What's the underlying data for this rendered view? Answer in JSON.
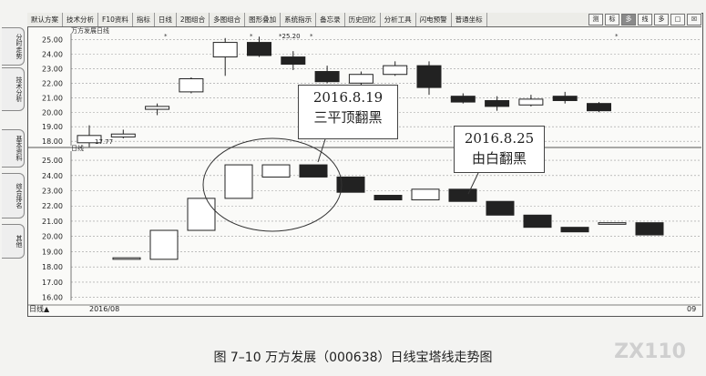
{
  "toolbar": {
    "items": [
      "默认方案",
      "技术分析",
      "F10资料",
      "指标",
      "日线",
      "2图组合",
      "多图组合",
      "图形叠加",
      "系统指示",
      "备忘录",
      "历史回忆",
      "分析工具",
      "闪电预警",
      "普通坐标"
    ],
    "right_buttons": [
      "测",
      "标",
      "多",
      "线",
      "多",
      "□",
      "☒"
    ]
  },
  "left_tabs": [
    "分时走势",
    "技术分析",
    "基本资料",
    "综合排名",
    "其他"
  ],
  "chart_data": [
    {
      "type": "candlestick",
      "title": "万方发展日线",
      "yticks": [
        18.0,
        19.0,
        20.0,
        21.0,
        22.0,
        23.0,
        24.0,
        25.0
      ],
      "ylim": [
        17.7,
        25.4
      ],
      "series": [
        {
          "name": "k",
          "values": [
            {
              "o": 17.9,
              "c": 18.4,
              "h": 19.1,
              "l": 17.6,
              "color": "up"
            },
            {
              "o": 18.3,
              "c": 18.5,
              "h": 18.8,
              "l": 18.2,
              "color": "up"
            },
            {
              "o": 20.2,
              "c": 20.4,
              "h": 20.6,
              "l": 19.8,
              "color": "up"
            },
            {
              "o": 21.4,
              "c": 22.3,
              "h": 22.4,
              "l": 21.3,
              "color": "up"
            },
            {
              "o": 23.8,
              "c": 24.8,
              "h": 25.1,
              "l": 22.5,
              "color": "up"
            },
            {
              "o": 24.8,
              "c": 23.9,
              "h": 25.2,
              "l": 23.8,
              "color": "down"
            },
            {
              "o": 23.8,
              "c": 23.3,
              "h": 24.2,
              "l": 22.9,
              "color": "down"
            },
            {
              "o": 22.8,
              "c": 22.1,
              "h": 23.2,
              "l": 22.0,
              "color": "down"
            },
            {
              "o": 22.0,
              "c": 22.6,
              "h": 22.8,
              "l": 21.8,
              "color": "up"
            },
            {
              "o": 22.6,
              "c": 23.2,
              "h": 23.5,
              "l": 22.5,
              "color": "up"
            },
            {
              "o": 23.2,
              "c": 21.7,
              "h": 23.5,
              "l": 21.2,
              "color": "down"
            },
            {
              "o": 21.1,
              "c": 20.7,
              "h": 21.3,
              "l": 20.6,
              "color": "down"
            },
            {
              "o": 20.8,
              "c": 20.4,
              "h": 21.1,
              "l": 20.1,
              "color": "down"
            },
            {
              "o": 20.5,
              "c": 20.9,
              "h": 21.2,
              "l": 20.4,
              "color": "up"
            },
            {
              "o": 21.1,
              "c": 20.8,
              "h": 21.4,
              "l": 20.6,
              "color": "down"
            },
            {
              "o": 20.6,
              "c": 20.1,
              "h": 20.7,
              "l": 20.0,
              "color": "down"
            }
          ]
        }
      ],
      "annotations": [
        "*25.20",
        "17.77"
      ]
    },
    {
      "type": "bar",
      "title": "日线",
      "yticks": [
        16.0,
        17.0,
        18.0,
        19.0,
        20.0,
        21.0,
        22.0,
        23.0,
        24.0,
        25.0
      ],
      "ylim": [
        15.8,
        25.6
      ],
      "series": [
        {
          "name": "k",
          "values": [
            {
              "o": 18.5,
              "c": 18.6,
              "color": "up"
            },
            {
              "o": 18.5,
              "c": 20.4,
              "color": "up"
            },
            {
              "o": 20.4,
              "c": 22.5,
              "color": "up"
            },
            {
              "o": 22.5,
              "c": 24.7,
              "color": "up"
            },
            {
              "o": 23.9,
              "c": 24.7,
              "color": "up"
            },
            {
              "o": 24.7,
              "c": 23.9,
              "color": "down"
            },
            {
              "o": 23.9,
              "c": 22.9,
              "color": "down"
            },
            {
              "o": 22.7,
              "c": 22.4,
              "color": "down"
            },
            {
              "o": 22.4,
              "c": 23.1,
              "color": "up"
            },
            {
              "o": 23.1,
              "c": 22.3,
              "color": "down"
            },
            {
              "o": 22.3,
              "c": 21.4,
              "color": "down"
            },
            {
              "o": 21.4,
              "c": 20.6,
              "color": "down"
            },
            {
              "o": 20.6,
              "c": 20.3,
              "color": "down"
            },
            {
              "o": 20.8,
              "c": 20.9,
              "color": "up"
            },
            {
              "o": 20.9,
              "c": 20.1,
              "color": "down"
            }
          ]
        }
      ],
      "xlabel": "2016/08",
      "right_label": "09"
    }
  ],
  "callouts": {
    "first": [
      "2016.8.19",
      "三平顶翻黑"
    ],
    "second": [
      "2016.8.25",
      "由白翻黑"
    ]
  },
  "caption": "图 7–10  万方发展（000638）日线宝塔线走势图",
  "watermark": "ZX110",
  "colors": {
    "up": "#ffffff",
    "down": "#222222",
    "grid": "#9a9a9a"
  }
}
